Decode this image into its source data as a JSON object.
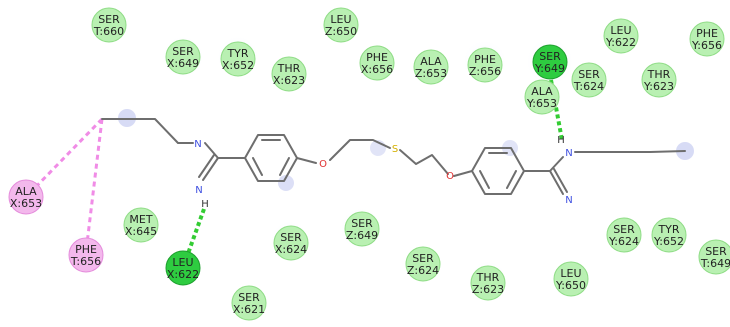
{
  "colors": {
    "vdw": "#b9f0b2",
    "vdw_border": "#8fdc86",
    "hbond": "#2ecc40",
    "hbond_border": "#1ea02e",
    "pi_alkyl": "#f3b8ec",
    "pi_alkyl_border": "#e48cdb",
    "hbond_line": "#33cc33",
    "pi_alkyl_line": "#f08ce6",
    "bond": "#6e6e6e",
    "nitrogen": "#3e4fe0",
    "oxygen": "#e03131",
    "sulfur": "#d4b000",
    "glow": "#cdd2f2"
  },
  "residues": [
    {
      "id": "ser-t660",
      "label": "SER T:660",
      "type": "vdw"
    },
    {
      "id": "ser-x649",
      "label": "SER X:649",
      "type": "vdw"
    },
    {
      "id": "tyr-x652",
      "label": "TYR X:652",
      "type": "vdw"
    },
    {
      "id": "thr-x623",
      "label": "THR X:623",
      "type": "vdw"
    },
    {
      "id": "leu-z650",
      "label": "LEU Z:650",
      "type": "vdw"
    },
    {
      "id": "phe-x656",
      "label": "PHE X:656",
      "type": "vdw"
    },
    {
      "id": "ala-z653",
      "label": "ALA Z:653",
      "type": "vdw"
    },
    {
      "id": "phe-z656",
      "label": "PHE Z:656",
      "type": "vdw"
    },
    {
      "id": "ser-y649",
      "label": "SER Y:649",
      "type": "hbond"
    },
    {
      "id": "ser-t624",
      "label": "SER T:624",
      "type": "vdw"
    },
    {
      "id": "leu-y622",
      "label": "LEU Y:622",
      "type": "vdw"
    },
    {
      "id": "thr-y623",
      "label": "THR Y:623",
      "type": "vdw"
    },
    {
      "id": "phe-y656",
      "label": "PHE Y:656",
      "type": "vdw"
    },
    {
      "id": "ala-y653",
      "label": "ALA Y:653",
      "type": "vdw"
    },
    {
      "id": "ala-x653",
      "label": "ALA X:653",
      "type": "pi_alkyl"
    },
    {
      "id": "phe-t656",
      "label": "PHE T:656",
      "type": "pi_alkyl"
    },
    {
      "id": "met-x645",
      "label": "MET X:645",
      "type": "vdw"
    },
    {
      "id": "leu-x622",
      "label": "LEU X:622",
      "type": "hbond"
    },
    {
      "id": "ser-x624",
      "label": "SER X:624",
      "type": "vdw"
    },
    {
      "id": "ser-z649",
      "label": "SER Z:649",
      "type": "vdw"
    },
    {
      "id": "ser-z624",
      "label": "SER Z:624",
      "type": "vdw"
    },
    {
      "id": "thr-z623",
      "label": "THR Z:623",
      "type": "vdw"
    },
    {
      "id": "leu-y650",
      "label": "LEU Y:650",
      "type": "vdw"
    },
    {
      "id": "ser-y624",
      "label": "SER Y:624",
      "type": "vdw"
    },
    {
      "id": "tyr-y652",
      "label": "TYR Y:652",
      "type": "vdw"
    },
    {
      "id": "ser-t649",
      "label": "SER T:649",
      "type": "vdw"
    },
    {
      "id": "ser-x621",
      "label": "SER X:621",
      "type": "vdw"
    }
  ],
  "atoms": {
    "n1": "N",
    "n2": "N",
    "n3": "N",
    "n4": "N",
    "o1": "O",
    "o2": "O",
    "s1": "S",
    "h1": "H",
    "h2": "H"
  }
}
